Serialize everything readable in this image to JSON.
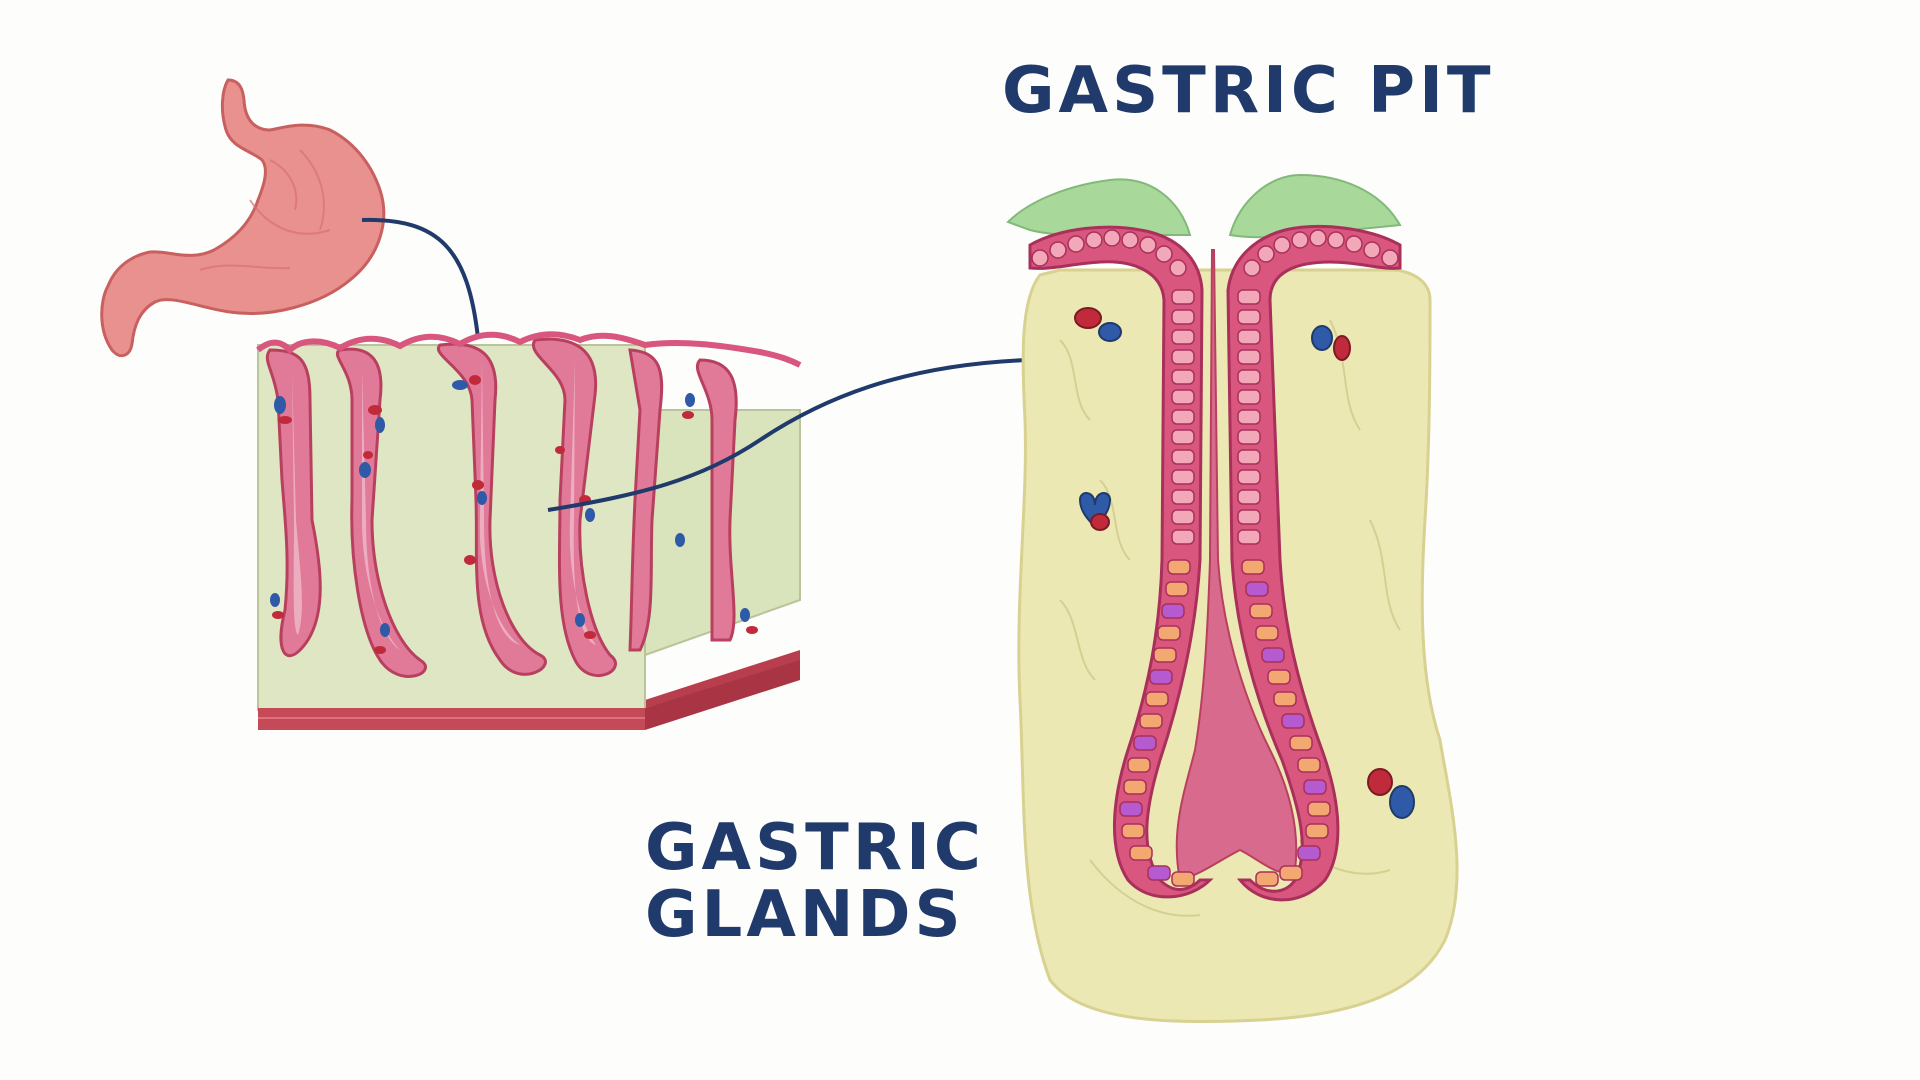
{
  "labels": {
    "gastric_pit": "GASTRIC PIT",
    "gastric_glands_line1": "GASTRIC",
    "gastric_glands_line2": "GLANDS"
  },
  "colors": {
    "label_text": "#1f3a6b",
    "leader_line": "#1f3a6b",
    "stomach": "#e9918f",
    "stomach_outline": "#c8605f",
    "epithelium": "#d9577f",
    "epithelium_cell": "#f2a8b8",
    "lumen": "#d86a8e",
    "lamina_propria": "#ece8b4",
    "tissue_block_fill": "#dfe6c4",
    "muscle_band": "#c54a58",
    "surface_mucus": "#a8d89a",
    "parietal_cell": "#f3a872",
    "chief_cell": "#b65ad0",
    "red_blood_cell": "#c02a3a",
    "blue_cell": "#2f5aa8"
  }
}
